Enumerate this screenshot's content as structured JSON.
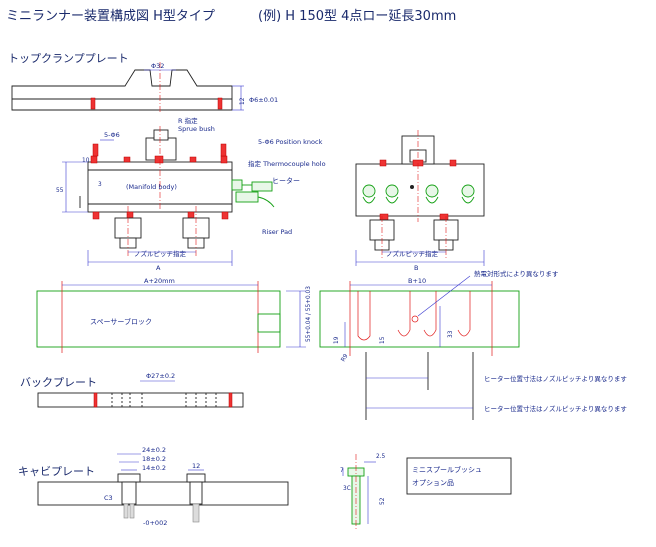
{
  "header": {
    "title": "ミニランナー装置構成図 H型タイプ",
    "example": "(例) H 150型 4点ロー延長30mm"
  },
  "sections": {
    "top_clamp": "トップクランププレート",
    "back_plate": "バックプレート",
    "cavity_plate": "キャビプレート"
  },
  "labels": {
    "phi32": "Φ32",
    "phi6": "Φ6±0.01",
    "twelve": "12",
    "r_spec": "R 指定",
    "sprue_bush": "Sprue bush",
    "five_phi6": "5-Φ6",
    "position_knock": "5-Φ6 Position knock",
    "thermocouple": "指定 Thermocouple holo",
    "heater": "ヒーター",
    "manifold_body": "(Manifold body)",
    "riser_pad": "Riser Pad",
    "nozzle_pitch_1": "ノズルピッチ指定",
    "nozzle_pitch_2": "ノズルピッチ指定",
    "dim_10": "10",
    "dim_55": "55",
    "dim_3": "3",
    "dim_A": "A",
    "dim_B": "B",
    "a_plus_20": "A+20mm",
    "b_plus_10": "B+10",
    "spacer_block": "スペーサーブロック",
    "dim_55_tol": "55+0.04 / 55+0.03",
    "thermal_note": "熱電対形式により異なります",
    "dim_19": "19",
    "dim_r9": "R9",
    "dim_15": "15",
    "dim_33": "33",
    "heater_pos_1": "ヒーター位置寸法はノズルピッチより異なります",
    "heater_pos_2": "ヒーター位置寸法はノズルピッチより異なります",
    "phi27": "Φ27±0.2",
    "dim_24": "24±0.2",
    "dim_18": "18±0.2",
    "dim_14": "14±0.2",
    "dim_c3": "C3",
    "dim_0002": "-0+002",
    "dim_12b": "12",
    "dim_7": "7",
    "dim_2_5": "2.5",
    "dim_3c": "3C",
    "dim_52": "52",
    "mini_spool_1": "ミニスプールブッシュ",
    "mini_spool_2": "オプション品"
  },
  "colors": {
    "outline": "#222222",
    "dimension": "#3a3ad0",
    "centerline": "#e01818",
    "component": "#14a014",
    "text": "#1a2a6c"
  }
}
